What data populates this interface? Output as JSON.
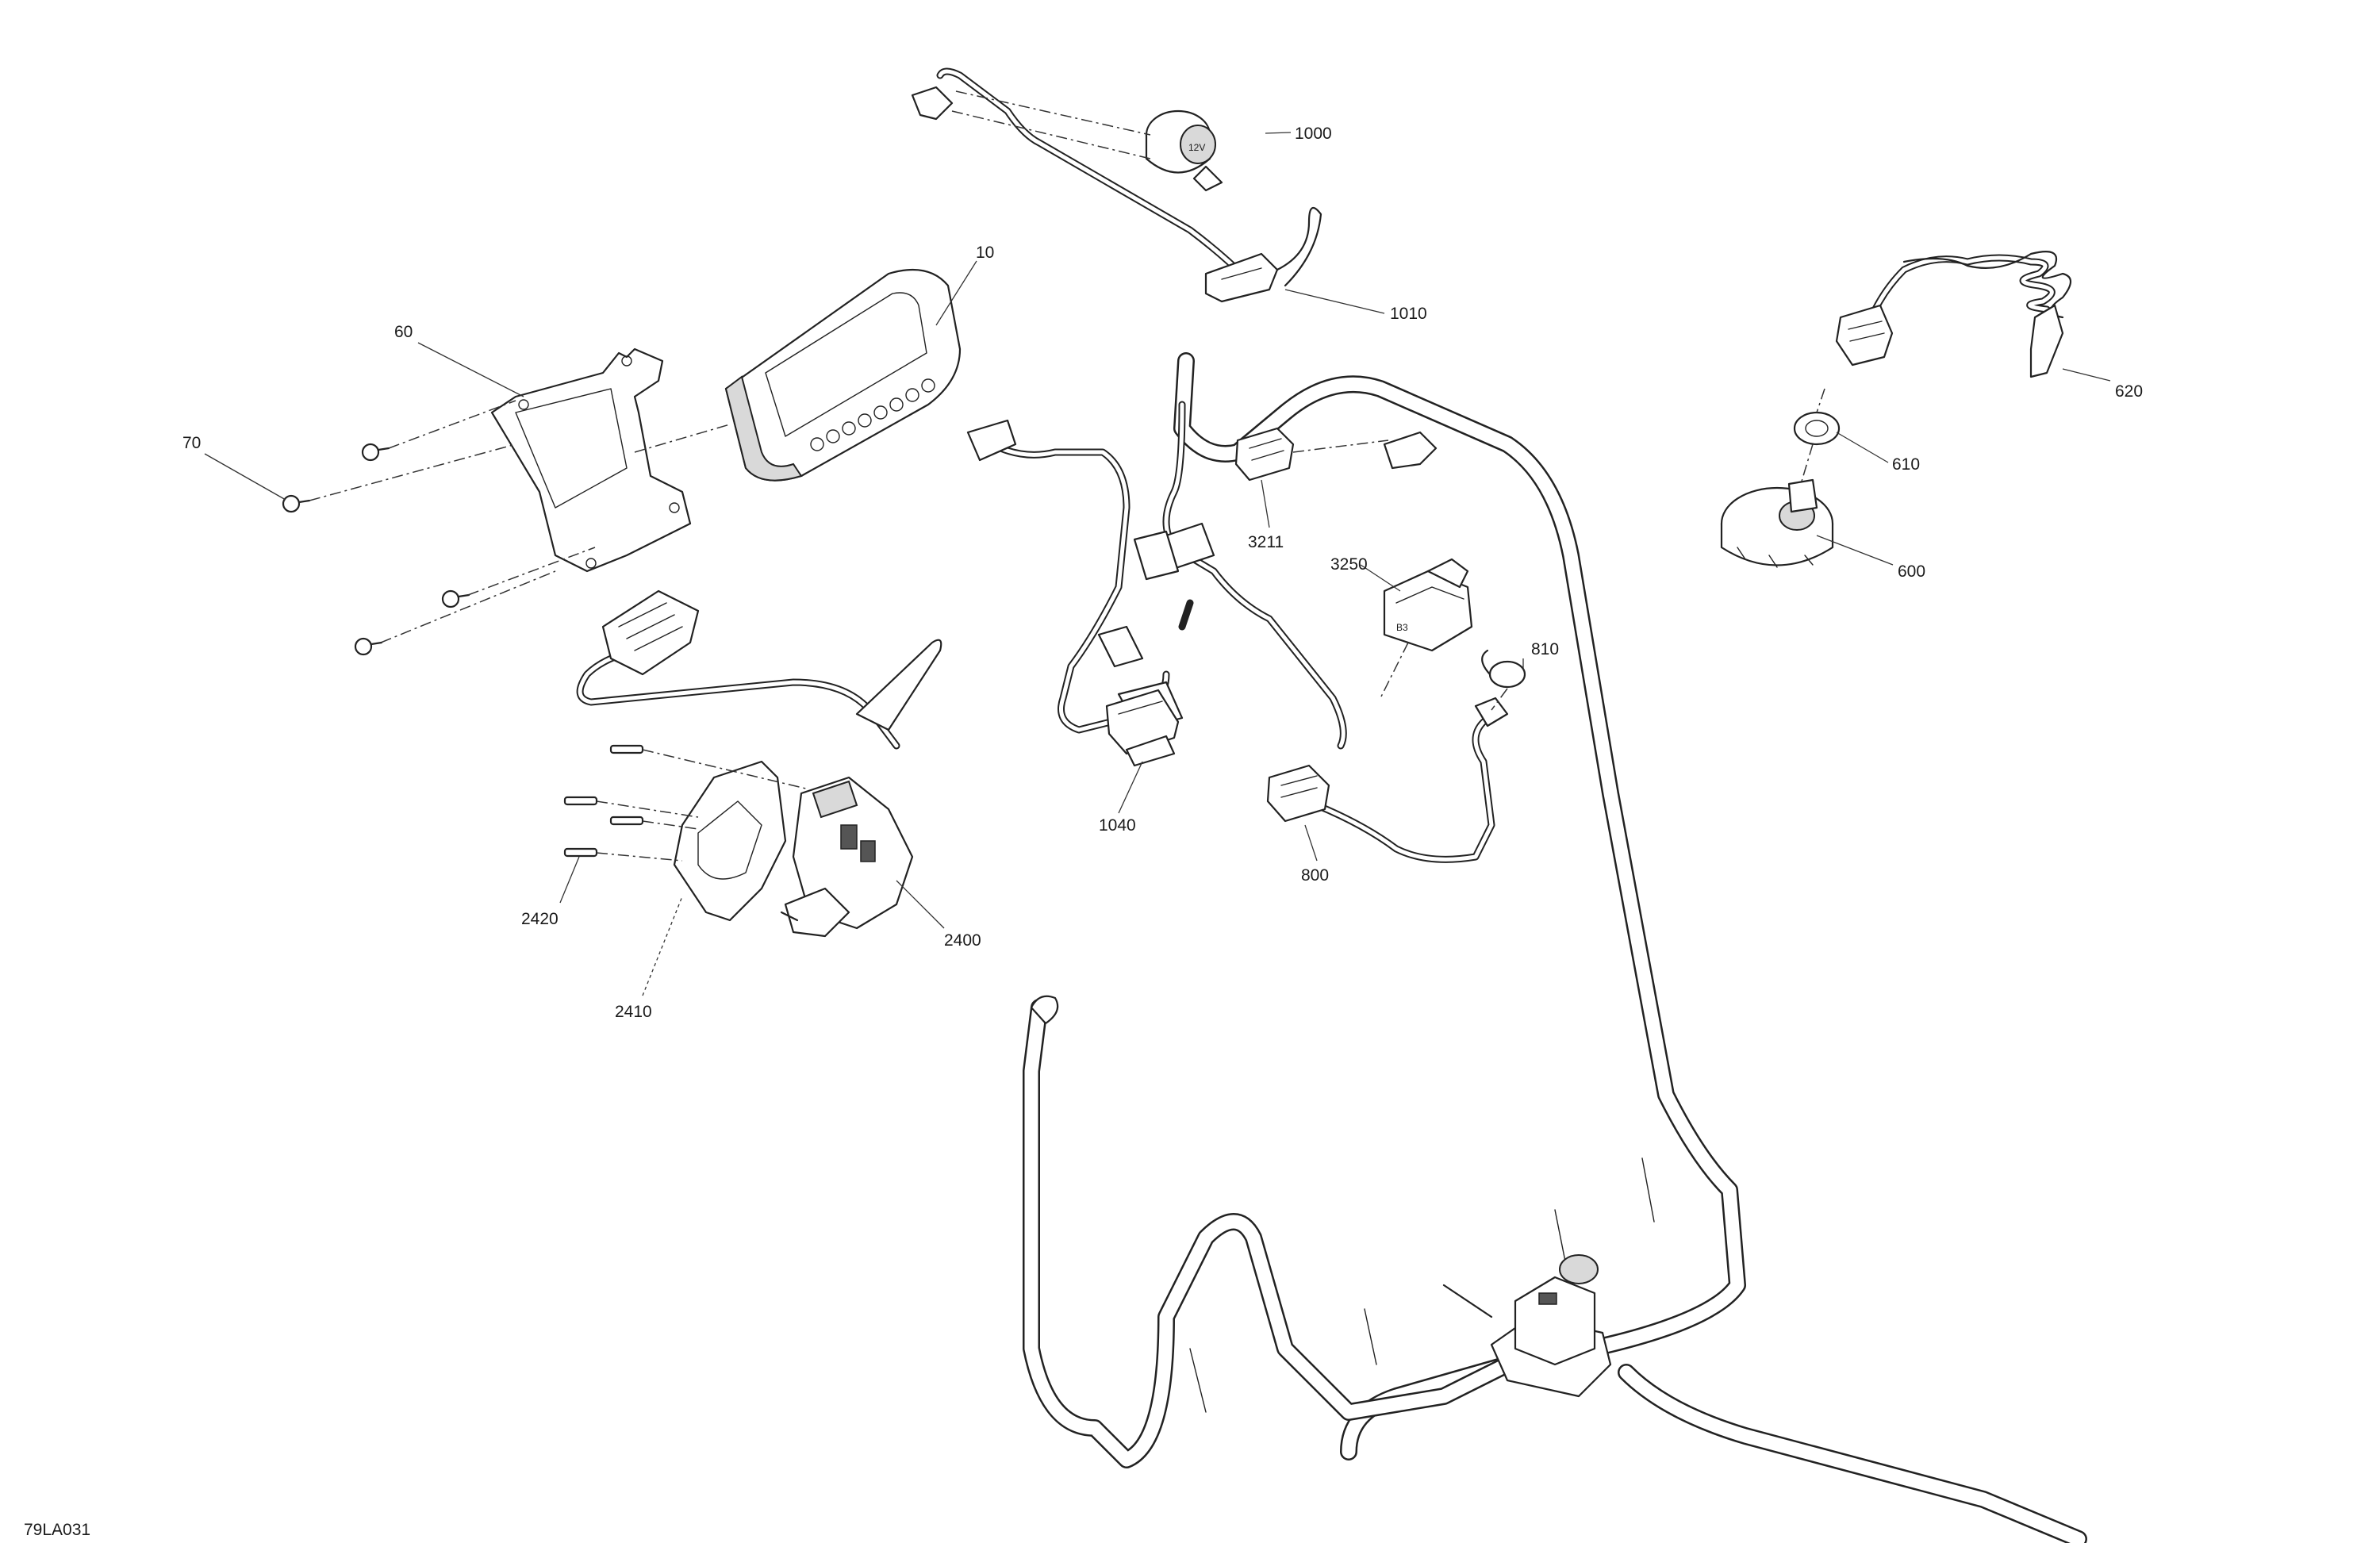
{
  "drawing_code": "79LA031",
  "callouts": {
    "c10": "10",
    "c60": "60",
    "c70": "70",
    "c600": "600",
    "c610": "610",
    "c620": "620",
    "c800": "800",
    "c810": "810",
    "c1000": "1000",
    "c1010": "1010",
    "c1040": "1040",
    "c2400": "2400",
    "c2410": "2410",
    "c2420": "2420",
    "c3211": "3211",
    "c3250": "3250"
  },
  "icons": {
    "socket_cap_mark": "12V",
    "switch_mark": "B3"
  }
}
